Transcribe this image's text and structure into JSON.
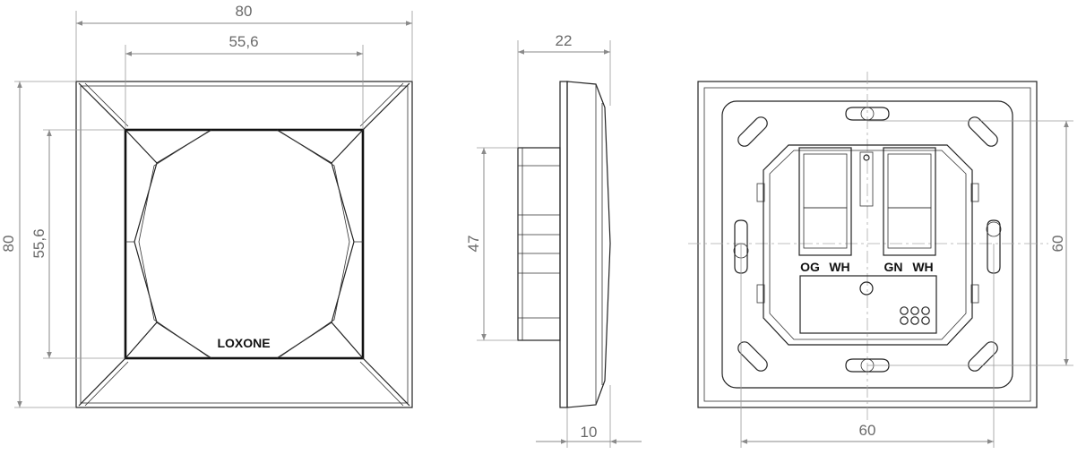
{
  "front_view": {
    "width_outer": "80",
    "width_inner": "55,6",
    "height_outer": "80",
    "height_inner": "55,6",
    "brand": "LOXONE"
  },
  "side_view": {
    "depth": "22",
    "height": "47",
    "thickness": "10"
  },
  "back_view": {
    "hole_spacing_vertical": "60",
    "hole_spacing_horizontal": "60",
    "terminal_labels": [
      "OG",
      "WH",
      "GN",
      "WH"
    ]
  }
}
